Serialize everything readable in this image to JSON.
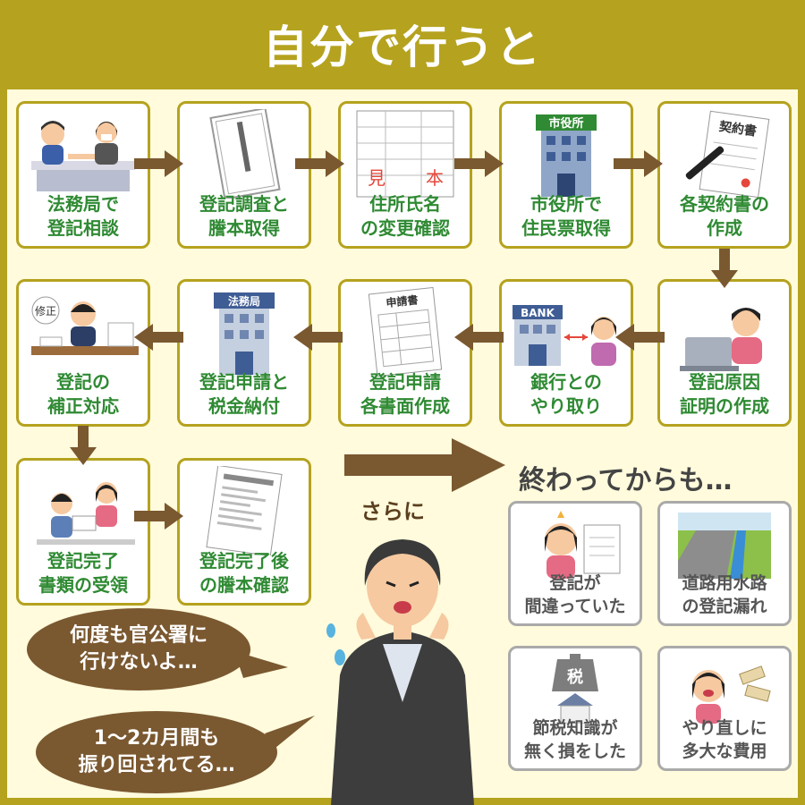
{
  "header": {
    "title": "自分で行うと"
  },
  "steps": [
    {
      "label": "法務局で\n登記相談",
      "icon": "consultation-icon"
    },
    {
      "label": "登記調査と\n謄本取得",
      "icon": "certificate-document-icon"
    },
    {
      "label": "住所氏名\nの変更確認",
      "icon": "sample-form-icon"
    },
    {
      "label": "市役所で\n住民票取得",
      "icon": "city-hall-icon",
      "sign": "市役所"
    },
    {
      "label": "各契約書の\n作成",
      "icon": "contract-pen-icon",
      "sign": "契約書"
    },
    {
      "label": "登記原因\n証明の作成",
      "icon": "laptop-worker-icon"
    },
    {
      "label": "銀行との\nやり取り",
      "icon": "bank-icon",
      "sign": "BANK"
    },
    {
      "label": "登記申請\n各書面作成",
      "icon": "application-form-icon",
      "sign": "申請書"
    },
    {
      "label": "登記申請と\n税金納付",
      "icon": "legal-bureau-icon",
      "sign": "法務局"
    },
    {
      "label": "登記の\n補正対応",
      "icon": "correction-desk-icon",
      "sign": "修正"
    },
    {
      "label": "登記完了\n書類の受領",
      "icon": "document-handover-icon"
    },
    {
      "label": "登記完了後\nの謄本確認",
      "icon": "completion-notice-icon"
    }
  ],
  "form_stamp": {
    "left": "見",
    "right": "本"
  },
  "continue_label": "さらに",
  "after": {
    "title": "終わってからも…",
    "items": [
      {
        "label": "登記が\n間違っていた",
        "icon": "worried-woman-icon"
      },
      {
        "label": "道路用水路\nの登記漏れ",
        "icon": "waterway-road-icon"
      },
      {
        "label": "節税知識が\n無く損をした",
        "icon": "tax-weight-house-icon",
        "sign": "税"
      },
      {
        "label": "やり直しに\n多大な費用",
        "icon": "crying-money-icon"
      }
    ]
  },
  "bubbles": [
    {
      "text": "何度も官公署に\n行けないよ…"
    },
    {
      "text": "1～2カ月間も\n振り回されてる…"
    }
  ],
  "colors": {
    "frame": "#b5a21f",
    "panel": "#fffbdc",
    "step_text": "#2f8a33",
    "arrow": "#7a5830",
    "bubble": "#7a5830",
    "gray_text": "#555555"
  }
}
